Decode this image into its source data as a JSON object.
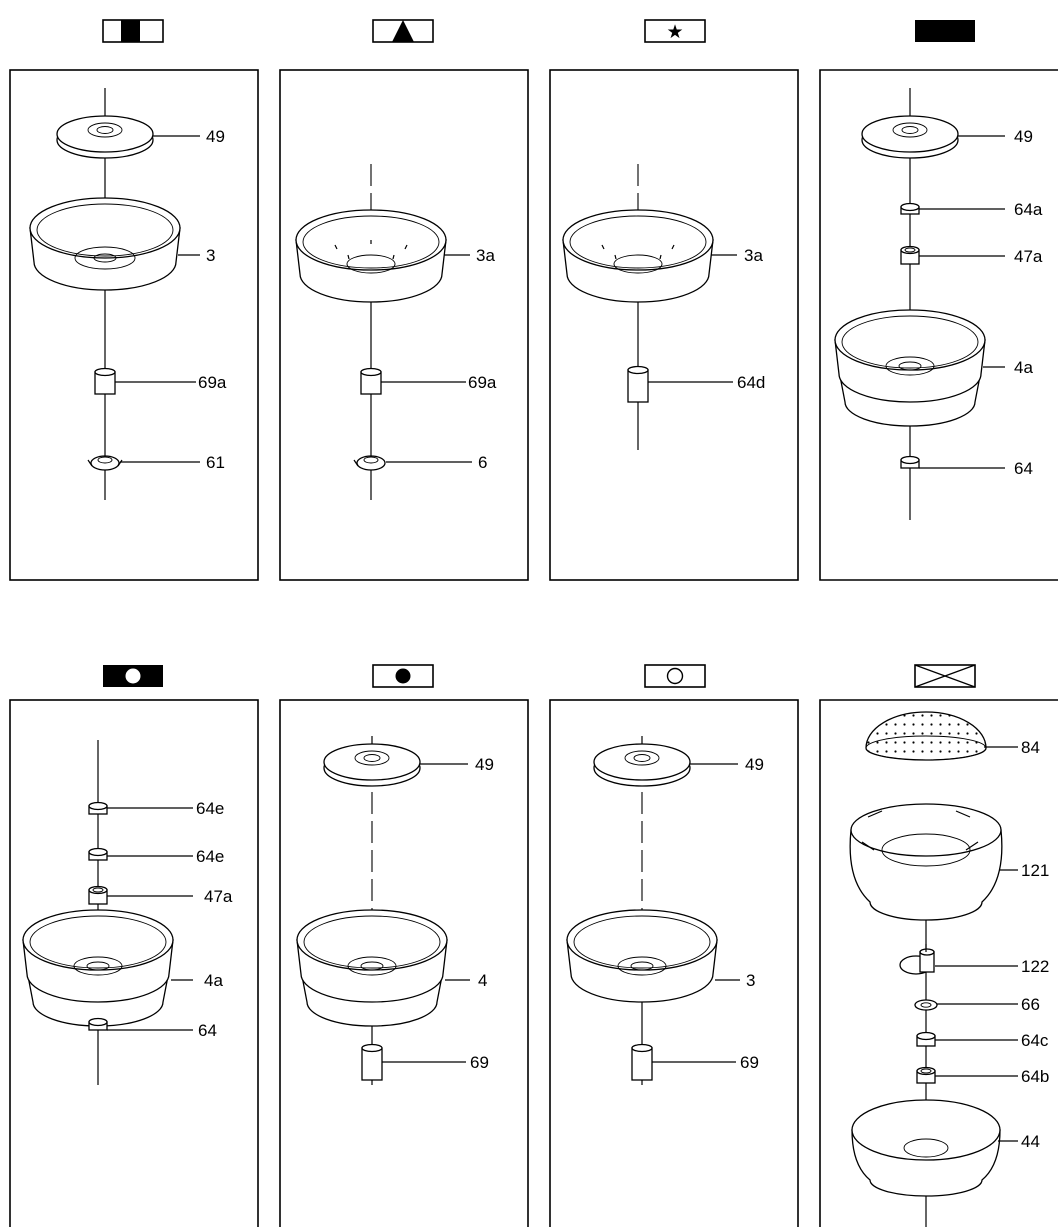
{
  "panels": [
    {
      "symbol": "half-fill-square",
      "labels": [
        "49",
        "3",
        "69a",
        "61"
      ]
    },
    {
      "symbol": "triangle-square",
      "labels": [
        "3a",
        "69a",
        "6"
      ]
    },
    {
      "symbol": "star-square",
      "labels": [
        "3a",
        "64d"
      ]
    },
    {
      "symbol": "solid-black-square",
      "labels": [
        "49",
        "64a",
        "47a",
        "4a",
        "64"
      ]
    },
    {
      "symbol": "white-dot-on-black-square",
      "labels": [
        "64e",
        "64e",
        "47a",
        "4a",
        "64"
      ]
    },
    {
      "symbol": "black-dot-square",
      "labels": [
        "49",
        "4",
        "69"
      ]
    },
    {
      "symbol": "circle-square",
      "labels": [
        "49",
        "3",
        "69"
      ]
    },
    {
      "symbol": "crossed-square",
      "labels": [
        "84",
        "121",
        "122",
        "66",
        "64c",
        "64b",
        "44"
      ]
    }
  ]
}
